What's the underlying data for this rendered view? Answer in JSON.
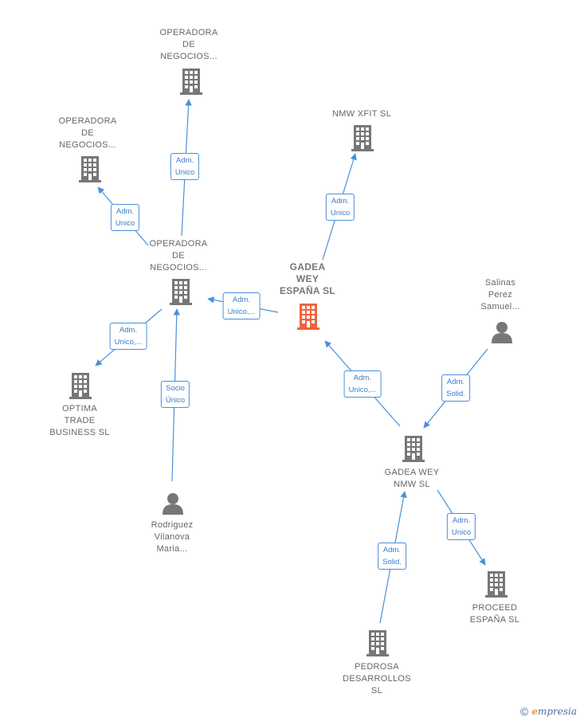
{
  "colors": {
    "edge": "#4a90d9",
    "building": "#777777",
    "center_building": "#f0643c",
    "person": "#777777"
  },
  "nodes": {
    "op_top": {
      "label": "OPERADORA\nDE\nNEGOCIOS...",
      "icon": "building-icon"
    },
    "op_left": {
      "label": "OPERADORA\nDE\nNEGOCIOS...",
      "icon": "building-icon"
    },
    "op_mid": {
      "label": "OPERADORA\nDE\nNEGOCIOS...",
      "icon": "building-icon"
    },
    "nmw_xfit": {
      "label": "NMW XFIT  SL",
      "icon": "building-icon"
    },
    "gadea_center": {
      "label": "GADEA\nWEY\nESPAÑA  SL",
      "icon": "building-icon"
    },
    "salinas": {
      "label": "Salinas\nPerez\nSamuel...",
      "icon": "person-icon"
    },
    "optima": {
      "label": "OPTIMA\nTRADE\nBUSINESS  SL",
      "icon": "building-icon"
    },
    "rodriguez": {
      "label": "Rodriguez\nVilanova\nMaria...",
      "icon": "person-icon"
    },
    "gadea_nmw": {
      "label": "GADEA WEY\nNMW  SL",
      "icon": "building-icon"
    },
    "proceed": {
      "label": "PROCEED\nESPAÑA  SL",
      "icon": "building-icon"
    },
    "pedrosa": {
      "label": "PEDROSA\nDESARROLLOS\nSL",
      "icon": "building-icon"
    }
  },
  "relations": [
    {
      "id": "r1",
      "label": "Adm.\nUnico"
    },
    {
      "id": "r2",
      "label": "Adm.\nUnico"
    },
    {
      "id": "r3",
      "label": "Adm.\nUnico"
    },
    {
      "id": "r4",
      "label": "Adm.\nUnico,..."
    },
    {
      "id": "r5",
      "label": "Adm.\nUnico,..."
    },
    {
      "id": "r6",
      "label": "Socio\nÚnico"
    },
    {
      "id": "r7",
      "label": "Adm.\nUnico,..."
    },
    {
      "id": "r8",
      "label": "Adm.\nSolid."
    },
    {
      "id": "r9",
      "label": "Adm.\nSolid."
    },
    {
      "id": "r10",
      "label": "Adm.\nUnico"
    }
  ],
  "footer": {
    "copyright": "©",
    "brand_first": "e",
    "brand_rest": "mpresia"
  }
}
